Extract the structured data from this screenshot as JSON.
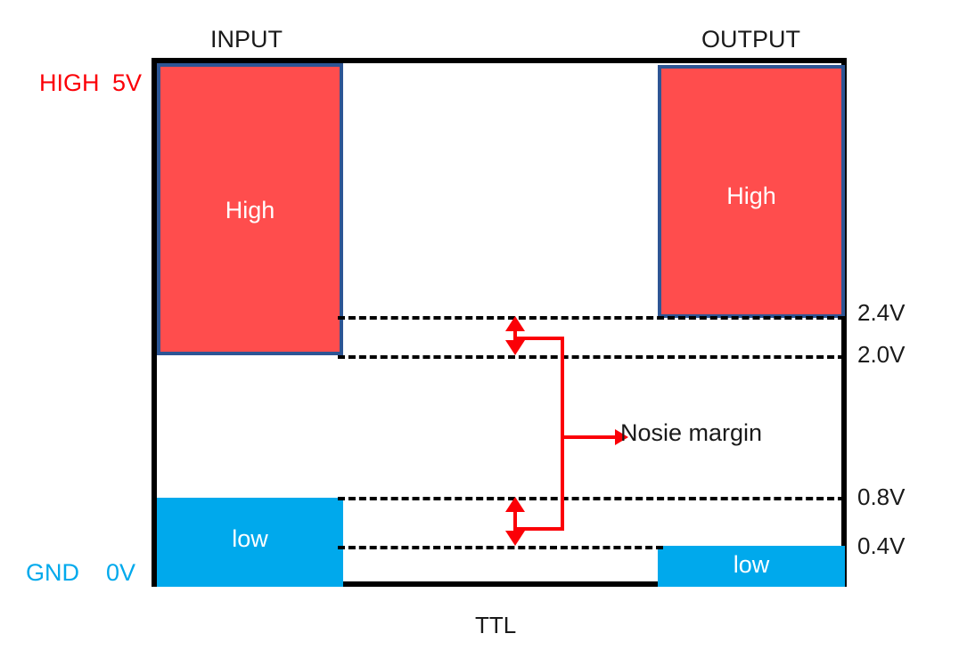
{
  "diagram": {
    "title": "TTL",
    "bottom_label": "TTL",
    "columns": [
      {
        "id": "input",
        "label": "INPUT"
      },
      {
        "id": "output",
        "label": "OUTPUT"
      }
    ],
    "rail_labels": {
      "high_name": "HIGH",
      "high_value": "5V",
      "gnd_name": "GND",
      "gnd_value": "0V"
    },
    "thresholds": [
      {
        "id": "voh",
        "label": "2.4V",
        "value": 2.4
      },
      {
        "id": "vih",
        "label": "2.0V",
        "value": 2.0
      },
      {
        "id": "vil",
        "label": "0.8V",
        "value": 0.8
      },
      {
        "id": "vol",
        "label": "0.4V",
        "value": 0.4
      }
    ],
    "level_boxes": [
      {
        "id": "input-high",
        "label": "High",
        "column": "input",
        "state": "high"
      },
      {
        "id": "input-low",
        "label": "low",
        "column": "input",
        "state": "low"
      },
      {
        "id": "output-high",
        "label": "High",
        "column": "output",
        "state": "high"
      },
      {
        "id": "output-low",
        "label": "low",
        "column": "output",
        "state": "low"
      }
    ],
    "annotation": {
      "noise_margin_label": "Nosie margin"
    },
    "colors": {
      "high_fill": "#ff4d4d",
      "low_fill": "#00a9ec",
      "outline_blue": "#2d5594",
      "annotation_red": "#fb0007",
      "frame_black": "#000000",
      "text_black": "#1a1a1a"
    }
  }
}
